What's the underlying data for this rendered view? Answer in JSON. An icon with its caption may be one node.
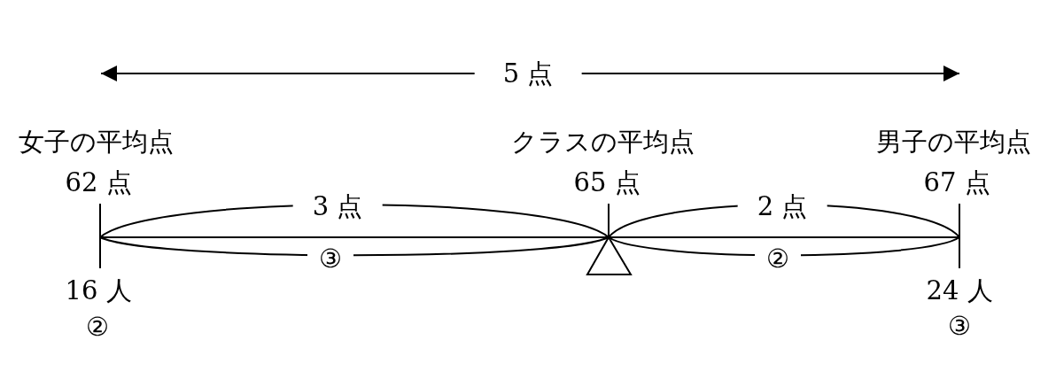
{
  "diagram": {
    "labels": [
      "5 点",
      "女子の平均点",
      "クラスの平均点",
      "男子の平均点",
      "62 点",
      "65 点",
      "67 点",
      "3 点",
      "2 点",
      "③",
      "②",
      "16 人",
      "24 人",
      "②",
      "③"
    ]
  }
}
